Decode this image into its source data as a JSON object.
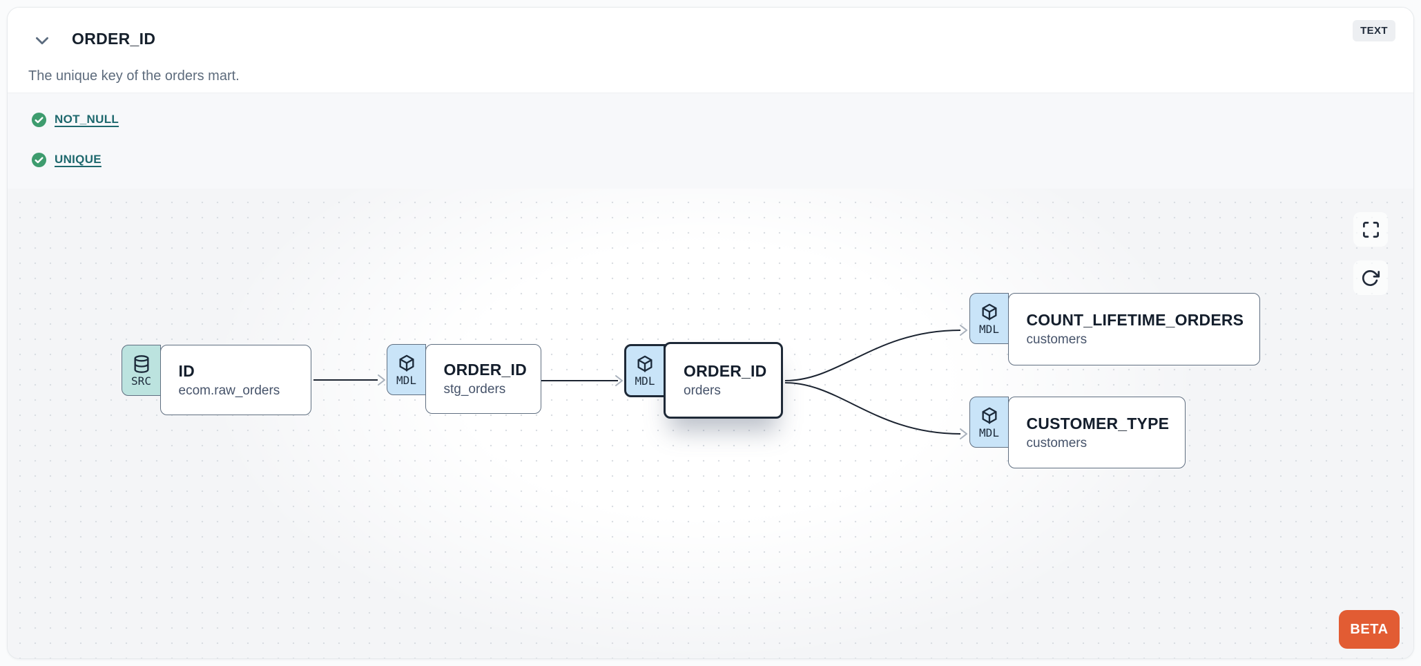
{
  "header": {
    "title": "ORDER_ID",
    "type_badge": "TEXT",
    "description": "The unique key of the orders mart."
  },
  "tests": [
    {
      "label": "NOT_NULL",
      "status": "pass"
    },
    {
      "label": "UNIQUE",
      "status": "pass"
    }
  ],
  "lineage": {
    "nodes": [
      {
        "id": "src-raw-orders",
        "kind": "SRC",
        "icon": "database-icon",
        "title": "ID",
        "subtitle": "ecom.raw_orders",
        "selected": false
      },
      {
        "id": "stg-orders",
        "kind": "MDL",
        "icon": "cube-icon",
        "title": "ORDER_ID",
        "subtitle": "stg_orders",
        "selected": false
      },
      {
        "id": "orders",
        "kind": "MDL",
        "icon": "cube-icon",
        "title": "ORDER_ID",
        "subtitle": "orders",
        "selected": true
      },
      {
        "id": "count-lifetime-orders",
        "kind": "MDL",
        "icon": "cube-icon",
        "title": "COUNT_LIFETIME_ORDERS",
        "subtitle": "customers",
        "selected": false
      },
      {
        "id": "customer-type",
        "kind": "MDL",
        "icon": "cube-icon",
        "title": "CUSTOMER_TYPE",
        "subtitle": "customers",
        "selected": false
      }
    ],
    "edges": [
      {
        "from": "src-raw-orders",
        "to": "stg-orders"
      },
      {
        "from": "stg-orders",
        "to": "orders"
      },
      {
        "from": "orders",
        "to": "count-lifetime-orders"
      },
      {
        "from": "orders",
        "to": "customer-type"
      }
    ]
  },
  "canvas_controls": {
    "fullscreen": "fullscreen-icon",
    "refresh": "refresh-icon"
  },
  "beta_label": "BETA",
  "colors": {
    "src_badge": "#bce3df",
    "mdl_badge": "#c9e4f8",
    "node_border": "#5f6e80",
    "selected_border": "#1e2937",
    "test_pass_green": "#3e9c6e",
    "test_link_teal": "#1e686d",
    "beta_orange": "#e25c33",
    "edge": "#1b2330"
  }
}
